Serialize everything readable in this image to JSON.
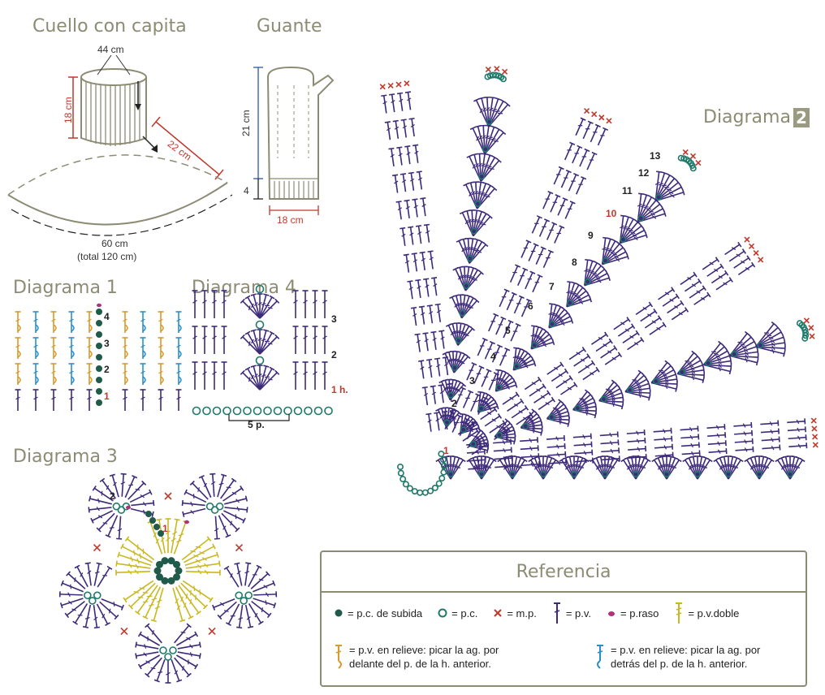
{
  "cuello": {
    "title": "Cuello con capita",
    "top_width": "44 cm",
    "height": "18 cm",
    "slant": "22 cm",
    "bottom": "60 cm",
    "bottom_total": "(total 120 cm)"
  },
  "guante": {
    "title": "Guante",
    "length": "21 cm",
    "cuff": "4",
    "width": "18 cm"
  },
  "diagrama1": {
    "title": "Diagrama 1",
    "rows": [
      "4",
      "3",
      "2",
      "1"
    ]
  },
  "diagrama4": {
    "title": "Diagrama 4",
    "rows": [
      "3",
      "2",
      "1 h."
    ],
    "base": "5 p."
  },
  "diagrama3": {
    "title": "Diagrama 3",
    "rows": [
      "2",
      "1"
    ]
  },
  "diagrama2": {
    "title": "Diagrama",
    "number": "2",
    "rows": [
      "13",
      "12",
      "11",
      "10",
      "9",
      "8",
      "7",
      "6",
      "5",
      "4",
      "3",
      "2",
      "1"
    ]
  },
  "referencia": {
    "title": "Referencia",
    "items": [
      {
        "symbol": "dot-filled-icon",
        "label": "= p.c. de subida"
      },
      {
        "symbol": "ring-icon",
        "label": "= p.c."
      },
      {
        "symbol": "x-icon",
        "label": "= m.p."
      },
      {
        "symbol": "pv-icon",
        "label": "= p.v."
      },
      {
        "symbol": "raso-icon",
        "label": "= p.raso"
      },
      {
        "symbol": "pv-doble-icon",
        "label": "= p.v.doble"
      }
    ],
    "relieve_front": [
      "= p.v. en relieve: picar la ag. por",
      "delante del p. de la h. anterior."
    ],
    "relieve_back": [
      "= p.v. en relieve: picar la ag. por",
      "detrás del p. de la h. anterior."
    ]
  },
  "colors": {
    "purple": "#3d2a7a",
    "teal": "#1f7a6a",
    "red": "#c0392b",
    "magenta": "#b0307a",
    "yellow": "#c9b81f",
    "orange": "#d89a2a",
    "blue": "#2a8fc9",
    "olive": "#8c8c74"
  }
}
